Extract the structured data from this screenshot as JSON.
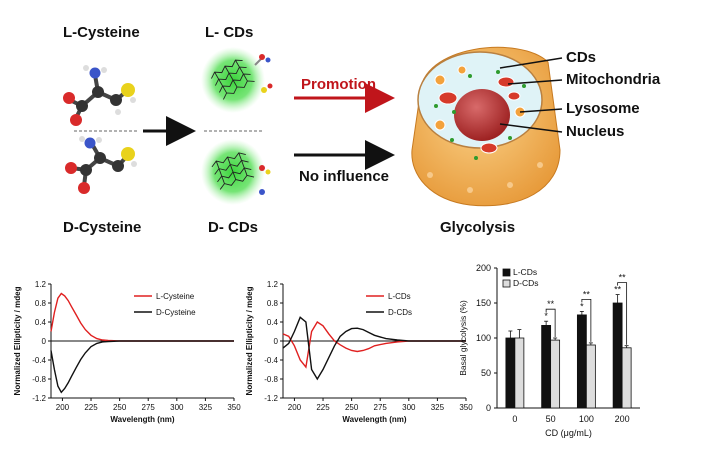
{
  "scheme": {
    "l_cysteine": "L-Cysteine",
    "d_cysteine": "D-Cysteine",
    "l_cds": "L- CDs",
    "d_cds": "D- CDs",
    "promotion": "Promotion",
    "no_influence": "No influence",
    "glycolysis": "Glycolysis",
    "cell_labels": [
      "CDs",
      "Mitochondria",
      "Lysosome",
      "Nucleus"
    ],
    "colors": {
      "promotion": "#c0151b",
      "cd_green": "#3aa63a",
      "cell_body": "#f0a545",
      "nucleus": "#b02a2a"
    }
  },
  "chart_data": [
    {
      "type": "line",
      "xlabel": "Wavelength (nm)",
      "ylabel": "Normalized Ellipticity / mdeg",
      "xlim": [
        190,
        350
      ],
      "ylim": [
        -1.2,
        1.2
      ],
      "xticks": [
        200,
        225,
        250,
        275,
        300,
        325,
        350
      ],
      "yticks": [
        -1.2,
        -0.8,
        -0.4,
        0,
        0.4,
        0.8,
        1.2
      ],
      "legend": "top-right",
      "series": [
        {
          "name": "L-Cysteine",
          "color": "#e02020",
          "x": [
            190,
            193,
            196,
            199,
            202,
            205,
            208,
            212,
            216,
            220,
            225,
            230,
            235,
            240,
            250,
            260,
            280,
            300,
            350
          ],
          "y": [
            0.2,
            0.6,
            0.9,
            1.0,
            0.95,
            0.85,
            0.72,
            0.55,
            0.38,
            0.24,
            0.12,
            0.05,
            0.02,
            0.01,
            0,
            0,
            0,
            0,
            0
          ]
        },
        {
          "name": "D-Cysteine",
          "color": "#111111",
          "x": [
            190,
            193,
            196,
            199,
            202,
            205,
            208,
            212,
            216,
            220,
            225,
            230,
            235,
            240,
            250,
            260,
            280,
            300,
            350
          ],
          "y": [
            -0.2,
            -0.6,
            -0.95,
            -1.08,
            -1.0,
            -0.88,
            -0.74,
            -0.56,
            -0.39,
            -0.25,
            -0.12,
            -0.05,
            -0.02,
            -0.01,
            0,
            0,
            0,
            0,
            0
          ]
        }
      ]
    },
    {
      "type": "line",
      "xlabel": "Wavelength (nm)",
      "ylabel": "Normalized Ellipticity / mdeg",
      "xlim": [
        190,
        350
      ],
      "ylim": [
        -1.2,
        1.2
      ],
      "xticks": [
        200,
        225,
        250,
        275,
        300,
        325,
        350
      ],
      "yticks": [
        -1.2,
        -0.8,
        -0.4,
        0,
        0.4,
        0.8,
        1.2
      ],
      "legend": "top-right",
      "series": [
        {
          "name": "L-CDs",
          "color": "#e02020",
          "x": [
            190,
            195,
            200,
            205,
            210,
            215,
            220,
            225,
            230,
            235,
            240,
            245,
            250,
            255,
            260,
            265,
            270,
            280,
            290,
            300,
            320,
            350
          ],
          "y": [
            0.15,
            0.1,
            -0.1,
            -0.4,
            -0.55,
            0.2,
            0.4,
            0.32,
            0.15,
            0.0,
            -0.08,
            -0.15,
            -0.2,
            -0.22,
            -0.2,
            -0.16,
            -0.1,
            -0.05,
            -0.02,
            0,
            0,
            0
          ]
        },
        {
          "name": "D-CDs",
          "color": "#111111",
          "x": [
            190,
            195,
            200,
            205,
            210,
            215,
            220,
            225,
            230,
            235,
            240,
            245,
            250,
            255,
            260,
            265,
            270,
            280,
            290,
            300,
            320,
            350
          ],
          "y": [
            -0.15,
            -0.05,
            0.2,
            0.5,
            0.4,
            -0.6,
            -0.8,
            -0.6,
            -0.35,
            -0.1,
            0.1,
            0.2,
            0.26,
            0.27,
            0.24,
            0.18,
            0.12,
            0.05,
            0.02,
            0,
            0,
            0
          ]
        }
      ]
    },
    {
      "type": "bar",
      "xlabel": "CD (μg/mL)",
      "ylabel": "Basal glycolysis (%)",
      "categories": [
        "0",
        "50",
        "100",
        "200"
      ],
      "ylim": [
        0,
        200
      ],
      "yticks": [
        0,
        50,
        100,
        150,
        200
      ],
      "legend": "top-left",
      "series": [
        {
          "name": "L-CDs",
          "color": "#111111",
          "values": [
            100,
            118,
            133,
            150
          ],
          "errors": [
            10,
            6,
            5,
            12
          ]
        },
        {
          "name": "D-CDs",
          "color": "#dddddd",
          "values": [
            100,
            97,
            90,
            86
          ],
          "errors": [
            12,
            3,
            3,
            3
          ]
        }
      ],
      "significance": [
        {
          "category": "50",
          "marks": [
            "*",
            "**"
          ]
        },
        {
          "category": "100",
          "marks": [
            "*",
            "**"
          ]
        },
        {
          "category": "200",
          "marks": [
            "**",
            "**"
          ]
        }
      ]
    }
  ]
}
